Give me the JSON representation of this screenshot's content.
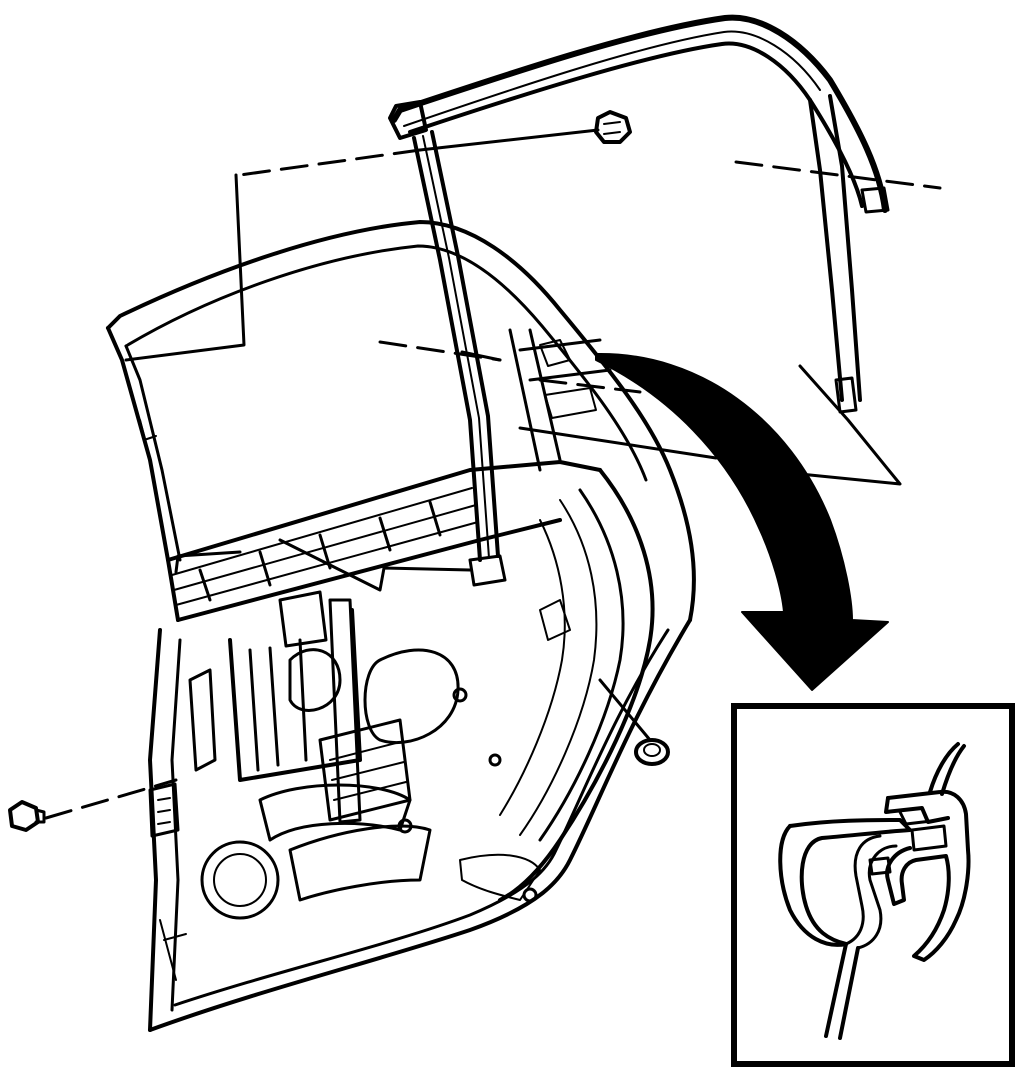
{
  "figure": {
    "type": "technical-exploded-view",
    "colors": {
      "line": "#000000",
      "background": "#ffffff"
    },
    "parts": [
      "rear-door-frame-panel",
      "window-glass-run-channel",
      "upper-fastener-bolt",
      "lower-fastener-bolt",
      "push-pin-retainer",
      "detail-arrow",
      "detail-inset-weatherstrip-profile"
    ]
  }
}
